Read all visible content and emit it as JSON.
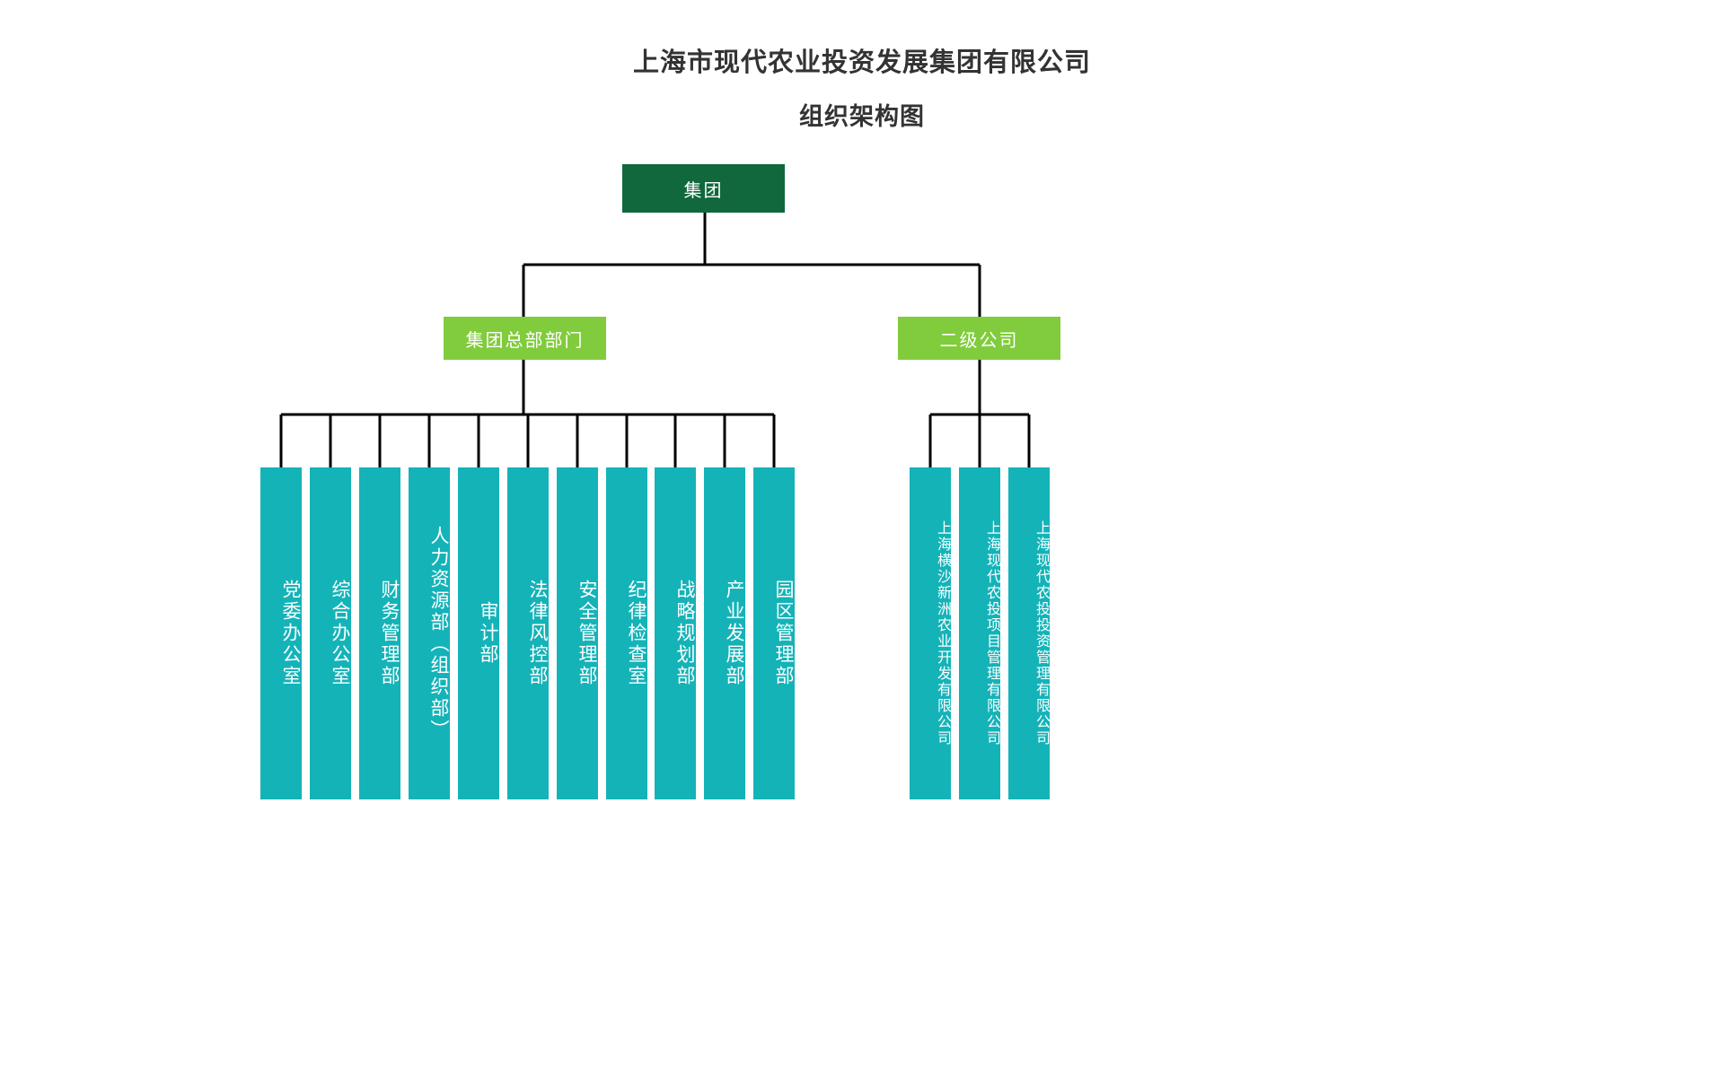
{
  "document": {
    "title_line1": "上海市现代农业投资发展集团有限公司",
    "title_line2": "组织架构图"
  },
  "colors": {
    "root": "#10683C",
    "level2": "#80CC3C",
    "level3": "#14B3B8",
    "connector": "#000000",
    "title_text": "#333333",
    "node_text": "#FFFFFF",
    "background": "#FFFFFF"
  },
  "chart_data": {
    "type": "diagram",
    "diagram_kind": "organization-chart",
    "orientation": "top-down",
    "title": "上海市现代农业投资发展集团有限公司组织架构图",
    "root": {
      "id": "group",
      "label": "集团",
      "level": 1,
      "color": "#10683C"
    },
    "level2": [
      {
        "id": "hq-departments",
        "label": "集团总部部门",
        "level": 2,
        "color": "#80CC3C",
        "child_count": 11
      },
      {
        "id": "secondary-companies",
        "label": "二级公司",
        "level": 2,
        "color": "#80CC3C",
        "child_count": 3
      }
    ],
    "level3": {
      "hq-departments": [
        {
          "id": "dept-1",
          "label": "党委办公室"
        },
        {
          "id": "dept-2",
          "label": "综合办公室"
        },
        {
          "id": "dept-3",
          "label": "财务管理部"
        },
        {
          "id": "dept-4",
          "label": "人力资源部（组织部）"
        },
        {
          "id": "dept-5",
          "label": "审计部"
        },
        {
          "id": "dept-6",
          "label": "法律风控部"
        },
        {
          "id": "dept-7",
          "label": "安全管理部"
        },
        {
          "id": "dept-8",
          "label": "纪律检查室"
        },
        {
          "id": "dept-9",
          "label": "战略规划部"
        },
        {
          "id": "dept-10",
          "label": "产业发展部"
        },
        {
          "id": "dept-11",
          "label": "园区管理部"
        }
      ],
      "secondary-companies": [
        {
          "id": "sub-1",
          "label": "上海横沙新洲农业开发有限公司"
        },
        {
          "id": "sub-2",
          "label": "上海现代农投项目管理有限公司"
        },
        {
          "id": "sub-3",
          "label": "上海现代农投投资管理有限公司"
        }
      ]
    }
  }
}
